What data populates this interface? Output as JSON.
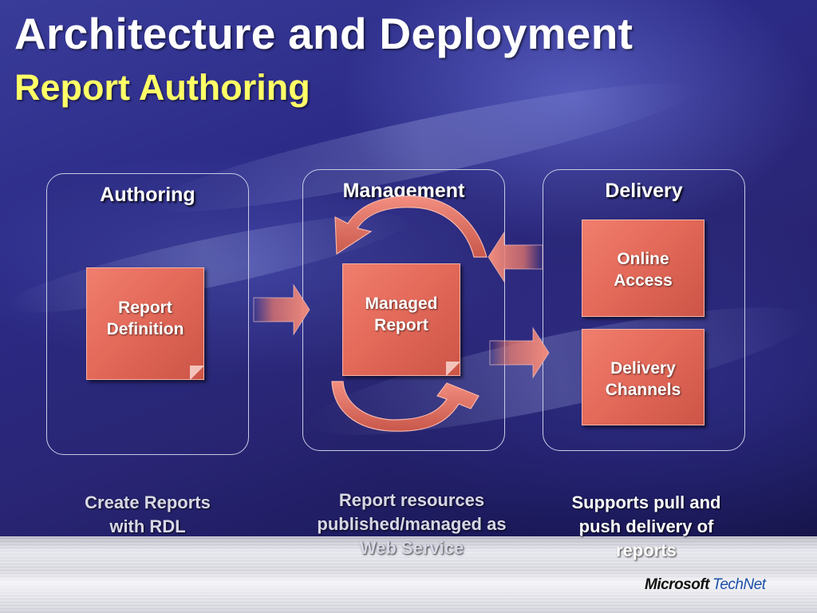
{
  "slide": {
    "title": "Architecture and Deployment",
    "subtitle": "Report Authoring"
  },
  "panels": {
    "authoring": {
      "label": "Authoring",
      "card_lines": [
        "Report",
        "Definition"
      ],
      "caption_lines": [
        "Create Reports",
        "with RDL"
      ]
    },
    "management": {
      "label": "Management",
      "card_lines": [
        "Managed",
        "Report"
      ],
      "caption_lines": [
        "Report resources",
        "published/managed as",
        "Web Service"
      ]
    },
    "delivery": {
      "label": "Delivery",
      "card1_lines": [
        "Online",
        "Access"
      ],
      "card2_lines": [
        "Delivery",
        "Channels"
      ],
      "caption_lines": [
        "Supports pull and",
        "push delivery of",
        "reports"
      ]
    }
  },
  "logo": {
    "brand": "Microsoft",
    "product": "TechNet"
  },
  "colors": {
    "background": "#2b2a86",
    "title": "#ffffff",
    "subtitle": "#ffff66",
    "card": "#e46a5a",
    "arrow": "#e8786a"
  },
  "icons": {
    "flow_arrows": "block-arrow-right",
    "cycle_arrows": "circular-arrow"
  }
}
